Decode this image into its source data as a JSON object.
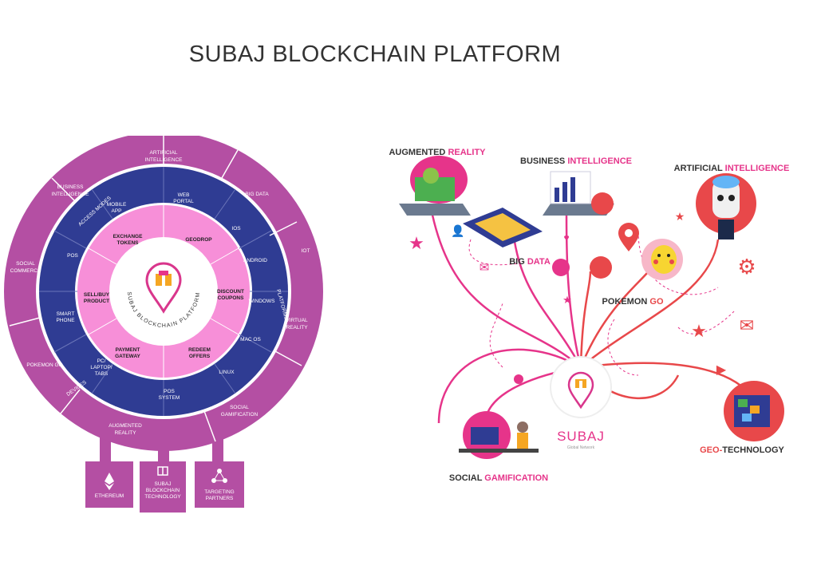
{
  "page": {
    "title": "SUBAJ BLOCKCHAIN PLATFORM"
  },
  "left_diagram": {
    "outer_ring": [
      {
        "l1": "ARTIFICIAL",
        "l2": "INTELLIGENCE"
      },
      {
        "l1": "BUSINESS",
        "l2": "INTELLIGENCE"
      },
      {
        "l1": "BIG DATA",
        "l2": ""
      },
      {
        "l1": "SOCIAL",
        "l2": "COMMERCE"
      },
      {
        "l1": "IOT",
        "l2": ""
      },
      {
        "l1": "VIRTUAL",
        "l2": "REALITY"
      },
      {
        "l1": "POKEMON GO",
        "l2": ""
      },
      {
        "l1": "SOCIAL",
        "l2": "GAMIFICATION"
      },
      {
        "l1": "AUGMENTED",
        "l2": "REALITY"
      }
    ],
    "ring_titles": {
      "access_modes": "ACCESS MODES",
      "platforms": "PLATFORMS",
      "devices": "DEVICES"
    },
    "blue_ring": [
      {
        "l1": "MOBILE",
        "l2": "APP",
        "l3": ""
      },
      {
        "l1": "WEB",
        "l2": "PORTAL",
        "l3": ""
      },
      {
        "l1": "IOS",
        "l2": "",
        "l3": ""
      },
      {
        "l1": "POS",
        "l2": "",
        "l3": ""
      },
      {
        "l1": "ANDROID",
        "l2": "",
        "l3": ""
      },
      {
        "l1": "WINDOWS",
        "l2": "",
        "l3": ""
      },
      {
        "l1": "SMART",
        "l2": "PHONE",
        "l3": ""
      },
      {
        "l1": "MAC OS",
        "l2": "",
        "l3": ""
      },
      {
        "l1": "PC/",
        "l2": "LAPTOP/",
        "l3": "TABS"
      },
      {
        "l1": "LINUX",
        "l2": "",
        "l3": ""
      },
      {
        "l1": "POS",
        "l2": "SYSTEM",
        "l3": ""
      }
    ],
    "pink_ring": [
      {
        "l1": "EXCHANGE",
        "l2": "TOKENS"
      },
      {
        "l1": "GEODROP",
        "l2": ""
      },
      {
        "l1": "SELL/BUY",
        "l2": "PRODUCT"
      },
      {
        "l1": "DISCOUNT",
        "l2": "COUPONS"
      },
      {
        "l1": "PAYMENT",
        "l2": "GATEWAY"
      },
      {
        "l1": "REDEEM",
        "l2": "OFFERS"
      }
    ],
    "center_text": "SUBAJ BLOCKCHAIN PLATFORM",
    "bottom_boxes": [
      {
        "l1": "ETHEREUM",
        "l2": "",
        "l3": ""
      },
      {
        "l1": "SUBAJ",
        "l2": "BLOCKCHAIN",
        "l3": "TECHNOLOGY"
      },
      {
        "l1": "TARGETING",
        "l2": "PARTNERS",
        "l3": ""
      }
    ]
  },
  "right_diagram": {
    "augmented_reality": {
      "a": "AUGMENTED ",
      "b": "REALITY"
    },
    "business_intelligence": {
      "a": "BUSINESS ",
      "b": "INTELLIGENCE"
    },
    "artificial_intelligence": {
      "a": "ARTIFICIAL ",
      "b": "INTELLIGENCE"
    },
    "big_data": {
      "a": "BIG ",
      "b": "DATA"
    },
    "pokemon_go": {
      "a": "POKEMON ",
      "b": "GO"
    },
    "geo_technology": {
      "a": "GEO-",
      "b": "TECHNOLOGY"
    },
    "social_gamification": {
      "a": "SOCIAL ",
      "b": "GAMIFICATION"
    },
    "center_brand": "SUBAJ",
    "center_sub": "Global Network"
  },
  "colors": {
    "magenta": "#b44fa3",
    "blue": "#2f3c93",
    "pink": "#f78fd8",
    "dark": "#333333",
    "accent_red": "#e8484a",
    "accent_pink": "#e6348a"
  }
}
